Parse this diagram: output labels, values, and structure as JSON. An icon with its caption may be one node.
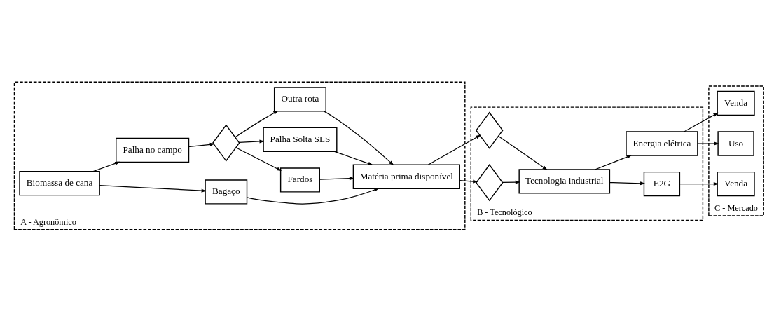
{
  "diagram": {
    "nodes": [
      {
        "text": [
          "A - Agronômico"
        ]
      },
      {
        "text": [
          "Biomassa de cana"
        ],
        "in": 0
      },
      {
        "text": [
          "Bagaço"
        ],
        "in": 0
      },
      {
        "text": [
          "Palha no campo"
        ],
        "in": 0
      },
      {
        "text": [],
        "shape": "diamond",
        "in": 0
      },
      {
        "text": [
          "Fardos"
        ],
        "in": 0
      },
      {
        "text": [
          "Palha Solta SLS"
        ],
        "in": 0
      },
      {
        "text": [
          "Outra rota"
        ],
        "in": 0
      },
      {
        "text": [
          "Matéria prima disponível"
        ],
        "in": 0
      },
      {
        "text": [
          "B - Tecnológico"
        ]
      },
      {
        "text": [],
        "shape": "diamond",
        "in": 9
      },
      {
        "text": [],
        "shape": "diamond",
        "in": 9
      },
      {
        "text": [
          "Tecnologia industrial"
        ],
        "in": 9
      },
      {
        "text": [
          "E2G"
        ],
        "in": 9
      },
      {
        "text": [
          "Energia elétrica"
        ],
        "in": 9
      },
      {
        "text": [
          "C - Mercado"
        ]
      },
      {
        "text": [
          "Venda"
        ],
        "in": 15
      },
      {
        "text": [
          "Uso"
        ],
        "in": 15
      },
      {
        "text": [
          "Venda"
        ],
        "in": 15
      }
    ],
    "edges": [
      {
        "from": 1,
        "to": 2,
        "arrow": "to"
      },
      {
        "from": 1,
        "to": 3,
        "arrow": "to"
      },
      {
        "from": 2,
        "to": 8,
        "arrow": "to"
      },
      {
        "from": 3,
        "to": 4,
        "arrow": "to"
      },
      {
        "from": 4,
        "to": 5,
        "arrow": "to"
      },
      {
        "from": 4,
        "to": 6,
        "arrow": "to"
      },
      {
        "from": 4,
        "to": 7,
        "arrow": "to"
      },
      {
        "from": 5,
        "to": 8,
        "arrow": "to"
      },
      {
        "from": 6,
        "to": 8,
        "arrow": "to"
      },
      {
        "from": 7,
        "to": 8,
        "arrow": "to"
      },
      {
        "from": 8,
        "to": 10,
        "arrow": "to"
      },
      {
        "from": 8,
        "to": 11,
        "arrow": "to"
      },
      {
        "from": 10,
        "to": 12,
        "arrow": "to"
      },
      {
        "from": 11,
        "to": 12,
        "arrow": "to"
      },
      {
        "from": 12,
        "to": 13,
        "arrow": "to"
      },
      {
        "from": 12,
        "to": 14,
        "arrow": "to"
      },
      {
        "from": 13,
        "to": 16,
        "arrow": "to"
      },
      {
        "from": 14,
        "to": 17,
        "arrow": "to"
      },
      {
        "from": 14,
        "to": 18,
        "arrow": "to"
      }
    ]
  }
}
